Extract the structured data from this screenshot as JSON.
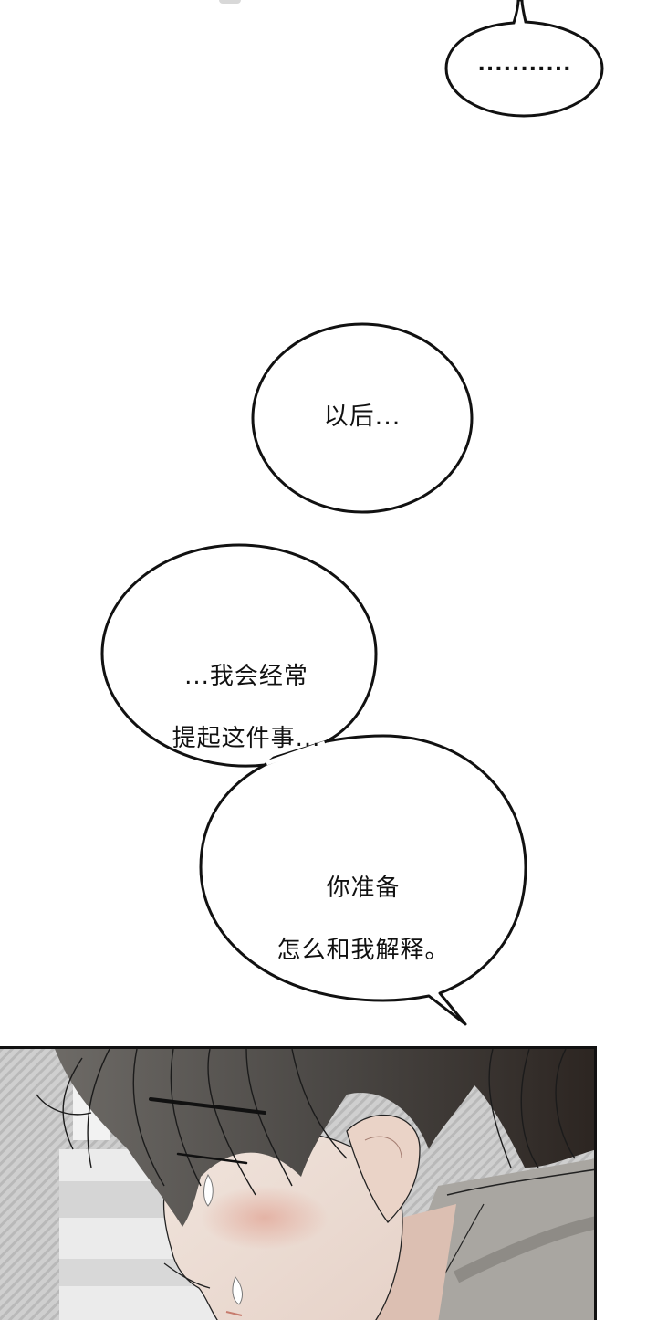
{
  "page": {
    "type": "webcomic-page",
    "background": "#ffffff"
  },
  "bubbles": [
    {
      "id": "bubble-ellipsis",
      "text": "...........",
      "tail": "up"
    },
    {
      "id": "bubble-later",
      "text": "以后..."
    },
    {
      "id": "bubble-mention",
      "lines": [
        "...我会经常",
        "提起这件事..."
      ]
    },
    {
      "id": "bubble-explain",
      "lines": [
        "你准备",
        "怎么和我解释。"
      ],
      "tail": "down-right"
    }
  ],
  "panel": {
    "description": "Close-up of dark-haired young man with lowered eyes, tears on cheek, blushing, wearing gray hoodie",
    "colors": {
      "border": "#111111",
      "background_stripes": "#c4c4c4",
      "window_light": "#eeeeee",
      "hair": "#4a4743",
      "hair_dark": "#2e2824",
      "skin": "#eadbd2",
      "blush": "#e3b3a6",
      "hoodie": "#a9a6a1"
    }
  }
}
